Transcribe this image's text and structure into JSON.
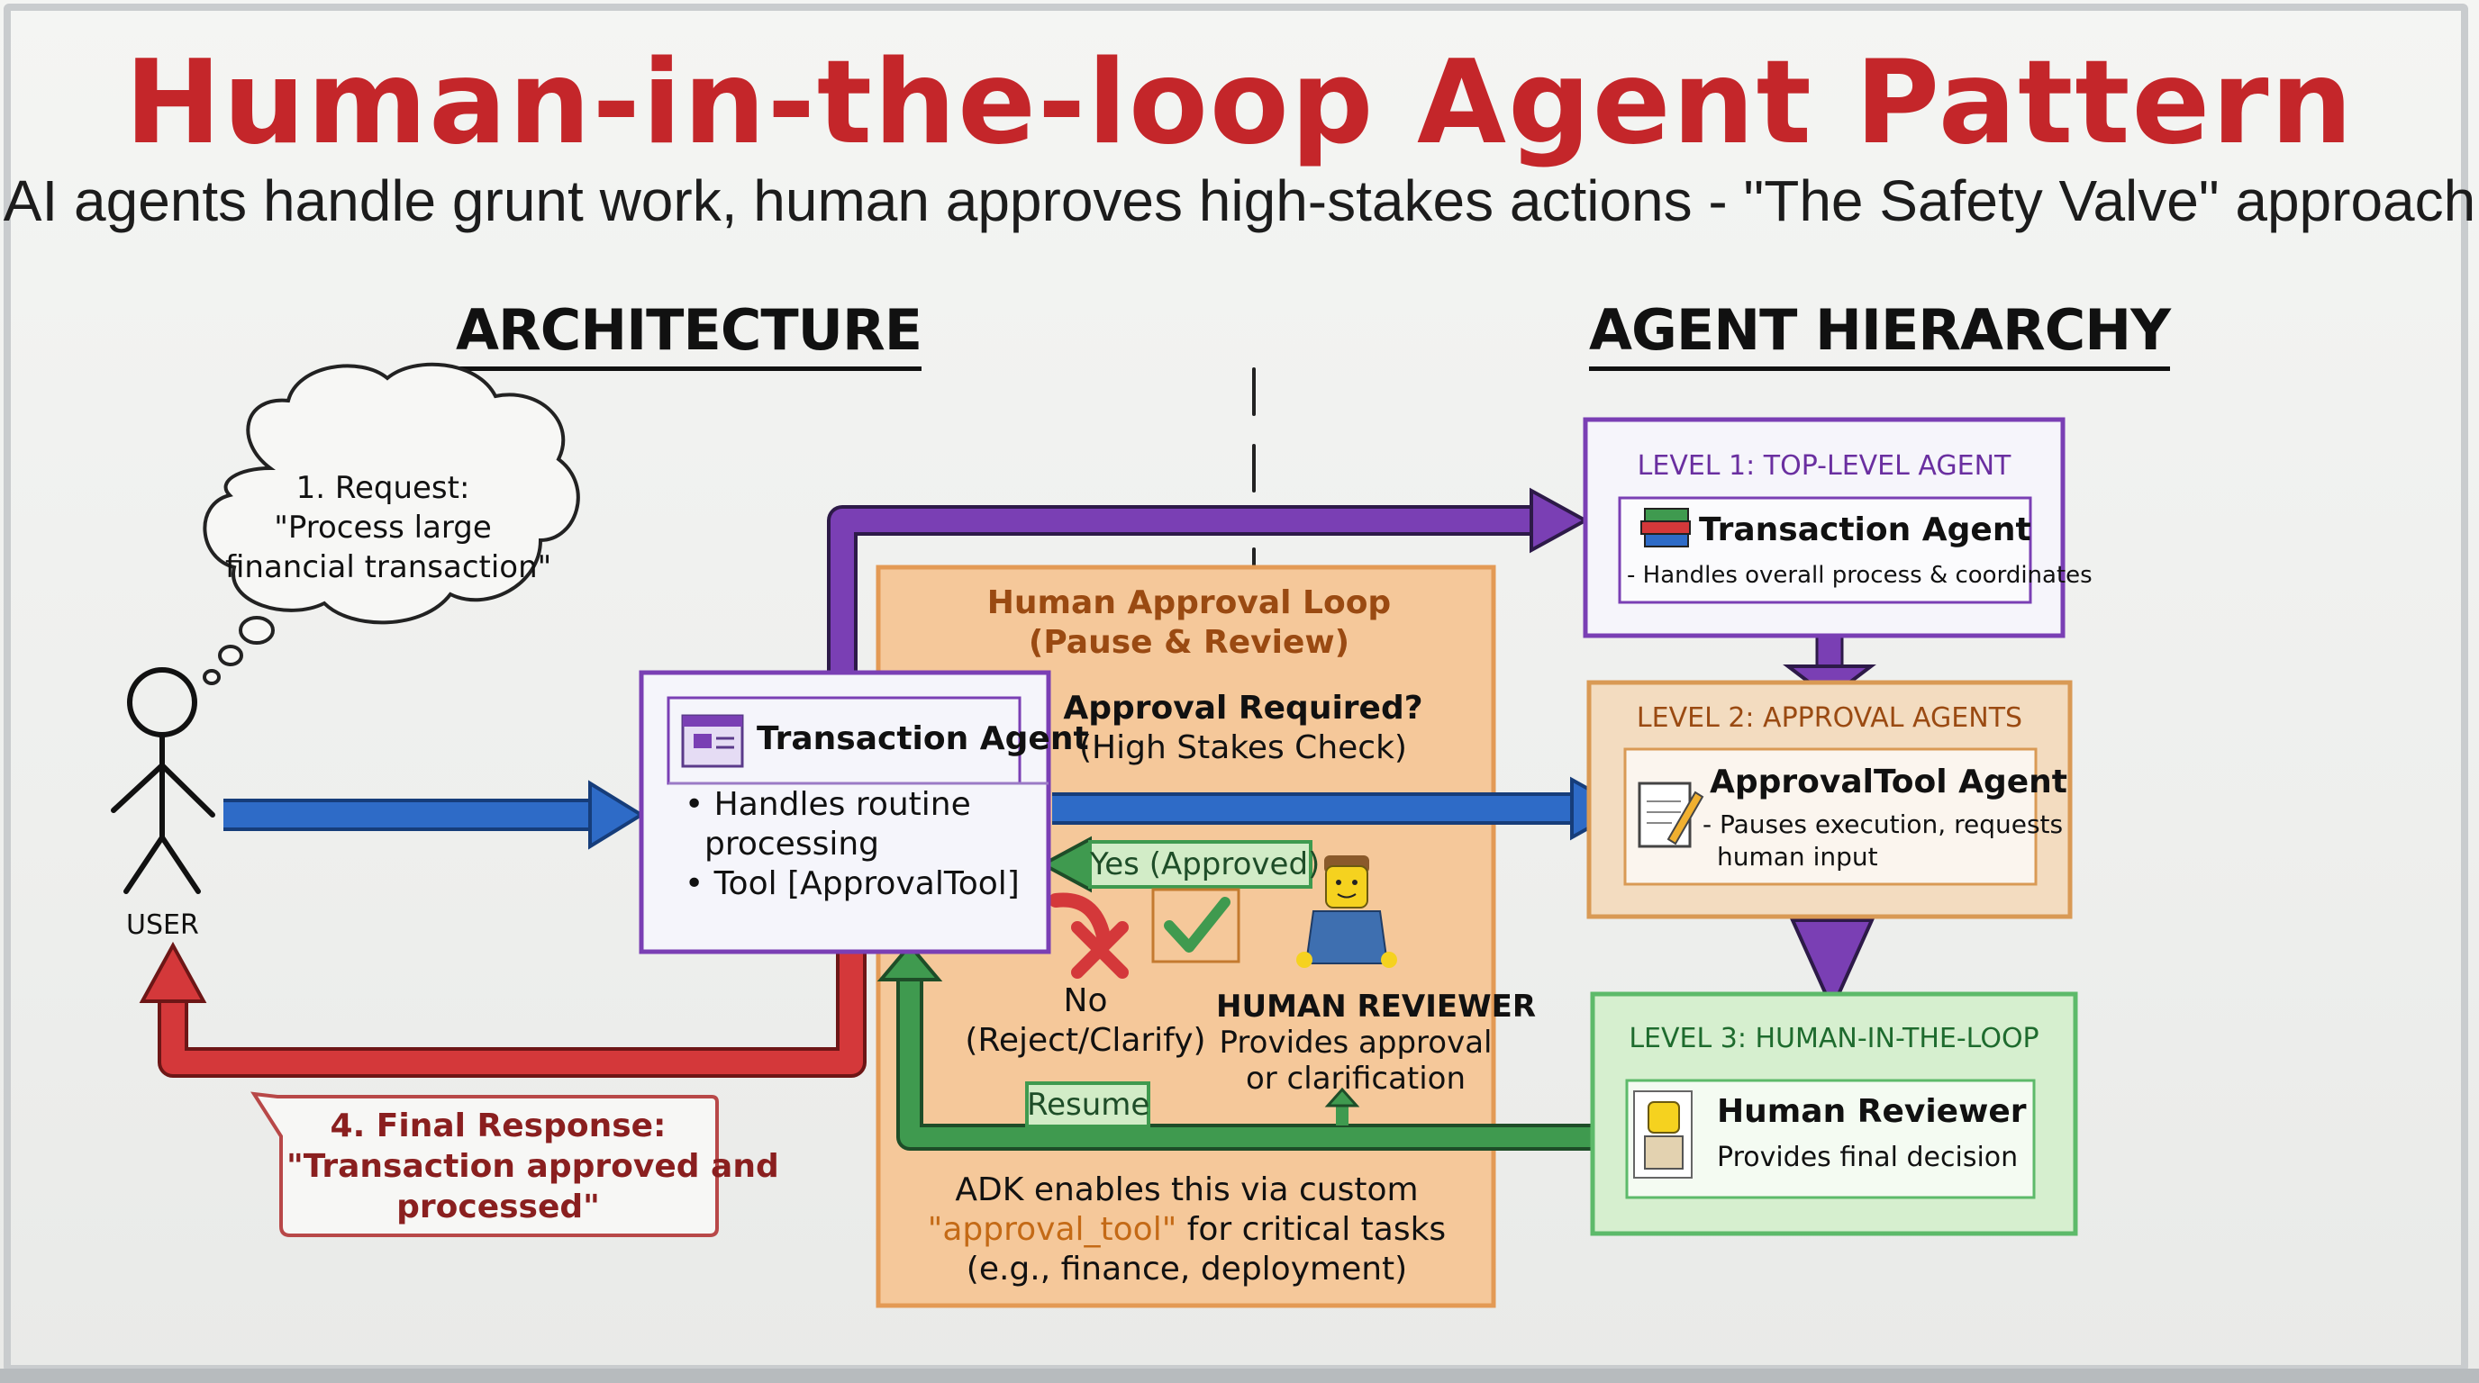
{
  "title": "Human-in-the-loop Agent Pattern",
  "subtitle": "AI agents handle grunt work, human approves high-stakes actions - \"The Safety Valve\" approach",
  "architecture": {
    "heading": "ARCHITECTURE",
    "user_label": "USER",
    "request": {
      "line1": "1. Request:",
      "line2": "\"Process large",
      "line3": "financial transaction\""
    },
    "final_response": {
      "line1": "4. Final Response:",
      "line2": "\"Transaction approved and",
      "line3": "processed\""
    },
    "agent_box": {
      "title": "Transaction Agent",
      "bullet1_line1": "• Handles routine",
      "bullet1_line2": "processing",
      "bullet2": "• Tool [ApprovalTool]"
    },
    "approval_loop": {
      "title_line1": "Human Approval Loop",
      "title_line2": "(Pause & Review)",
      "question_line1": "Approval Required?",
      "question_line2": "(High Stakes Check)",
      "yes_label": "Yes (Approved)",
      "no_line1": "No",
      "no_line2": "(Reject/Clarify)",
      "reviewer_title": "HUMAN REVIEWER",
      "reviewer_line1": "Provides approval",
      "reviewer_line2": "or clarification",
      "resume_label": "Resume",
      "footer_line1": "ADK enables this via custom",
      "footer_highlight": "\"approval_tool\"",
      "footer_line2_rest": " for critical tasks",
      "footer_line3": "(e.g., finance, deployment)"
    }
  },
  "hierarchy": {
    "heading": "AGENT HIERARCHY",
    "level1": {
      "label": "LEVEL 1: TOP-LEVEL AGENT",
      "name": "Transaction Agent",
      "desc": "- Handles overall process & coordinates"
    },
    "level2": {
      "label": "LEVEL 2: APPROVAL AGENTS",
      "name": "ApprovalTool Agent",
      "desc_line1": "- Pauses execution, requests",
      "desc_line2": "human input"
    },
    "level3": {
      "label": "LEVEL 3: HUMAN-IN-THE-LOOP",
      "name": "Human Reviewer",
      "desc": "Provides final decision"
    }
  },
  "colors": {
    "title_red": "#c4262a",
    "blue_arrow": "#2e6bc7",
    "purple": "#7a3fb4",
    "red_arrow": "#d4383a",
    "green": "#3f9a4f",
    "orange_fill": "#f5c89a",
    "level2_fill": "#f3dcc0",
    "level3_fill": "#d6efcf"
  },
  "icons": {
    "user": "stick-figure-icon",
    "thought": "thought-cloud-icon",
    "agent": "window-app-icon",
    "books": "books-icon",
    "notepad": "notepad-pencil-icon",
    "reviewer": "lego-person-icon",
    "check": "check-icon",
    "cross": "cross-icon"
  }
}
